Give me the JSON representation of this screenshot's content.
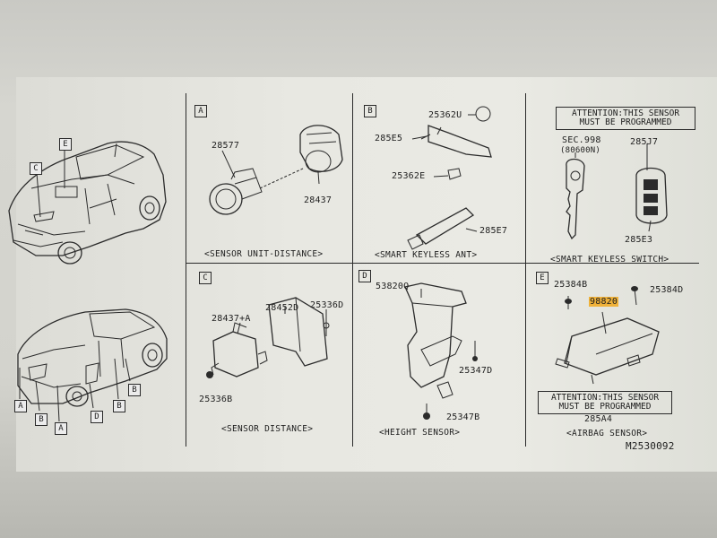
{
  "panels": {
    "A": {
      "letter": "A",
      "caption": "<SENSOR UNIT-DISTANCE>",
      "parts": [
        "28577",
        "28437"
      ]
    },
    "B": {
      "letter": "B",
      "caption": "<SMART KEYLESS ANT>",
      "parts": [
        "25362U",
        "285E5",
        "25362E",
        "285E7"
      ]
    },
    "F": {
      "caption": "<SMART KEYLESS SWITCH>",
      "warning_line1": "ATTENTION:THIS SENSOR",
      "warning_line2": "MUST BE PROGRAMMED",
      "parts": [
        "SEC.998",
        "(80600N)",
        "285J7",
        "285E3"
      ]
    },
    "C": {
      "letter": "C",
      "caption": "<SENSOR DISTANCE>",
      "parts": [
        "28437+A",
        "28452D",
        "25336D",
        "25336B"
      ]
    },
    "D": {
      "letter": "D",
      "caption": "<HEIGHT SENSOR>",
      "parts": [
        "53820Q",
        "25347D",
        "25347B"
      ]
    },
    "E": {
      "letter": "E",
      "caption": "<AIRBAG SENSOR>",
      "warning_line1": "ATTENTION:THIS SENSOR",
      "warning_line2": "MUST BE PROGRAMMED",
      "parts": [
        "25384B",
        "25384D",
        "98820",
        "285A4"
      ]
    }
  },
  "vehicle_callouts": {
    "front": [
      "E",
      "C"
    ],
    "rear": [
      "A",
      "B",
      "D",
      "B",
      "B",
      "A"
    ]
  },
  "diagram_id": "M2530092",
  "highlight_color": "#f0b23a"
}
